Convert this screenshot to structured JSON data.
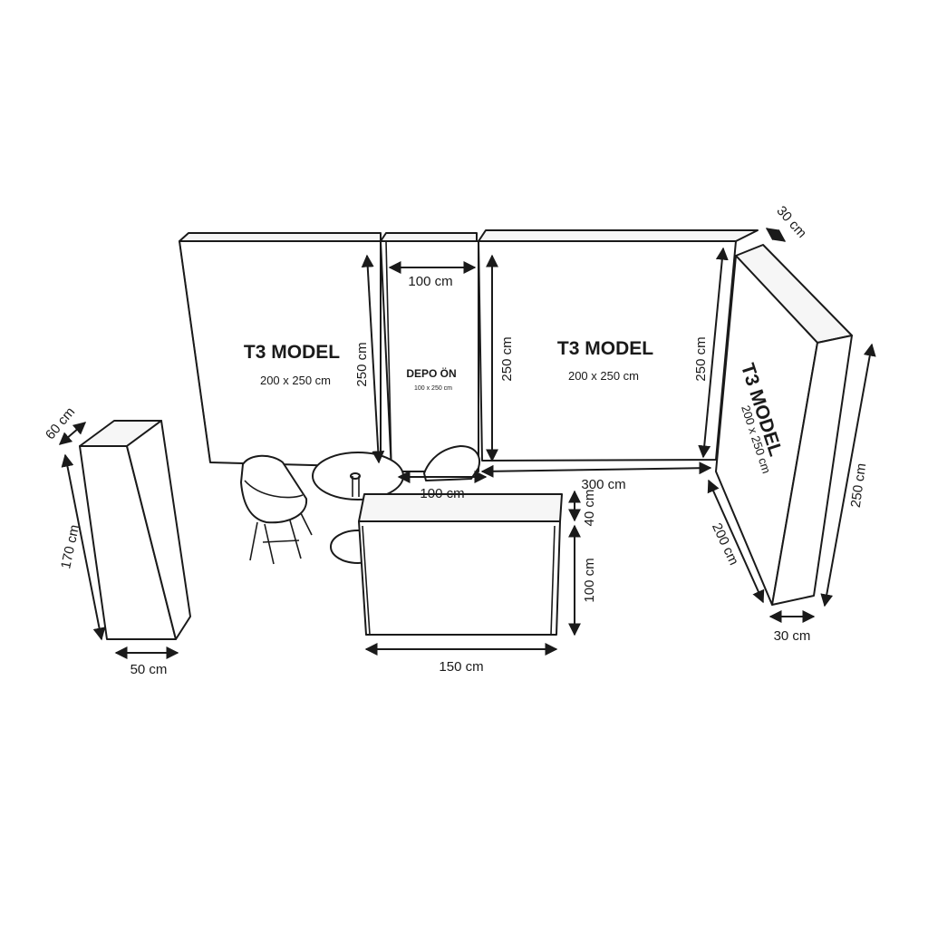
{
  "panels": {
    "left": {
      "title": "T3 MODEL",
      "size": "200 x 250 cm"
    },
    "depo": {
      "title": "DEPO ÖN",
      "size": "100 x 250 cm"
    },
    "right": {
      "title": "T3 MODEL",
      "size": "200 x 250 cm"
    },
    "side": {
      "title": "T3 MODEL",
      "size": "200 x 250 cm"
    }
  },
  "dimensions": {
    "depo_width": "100 cm",
    "left_height": "250 cm",
    "depo_height": "250 cm",
    "right_height": "250 cm",
    "wall_depth": "30 cm",
    "side_height": "250 cm",
    "back_length": "300 cm",
    "side_length": "200 cm",
    "side_depth": "30 cm",
    "table_width": "100 cm",
    "counter_top": "40 cm",
    "counter_height": "100 cm",
    "counter_width": "150 cm",
    "cabinet_depth": "60 cm",
    "cabinet_height": "170 cm",
    "cabinet_width": "50 cm"
  }
}
